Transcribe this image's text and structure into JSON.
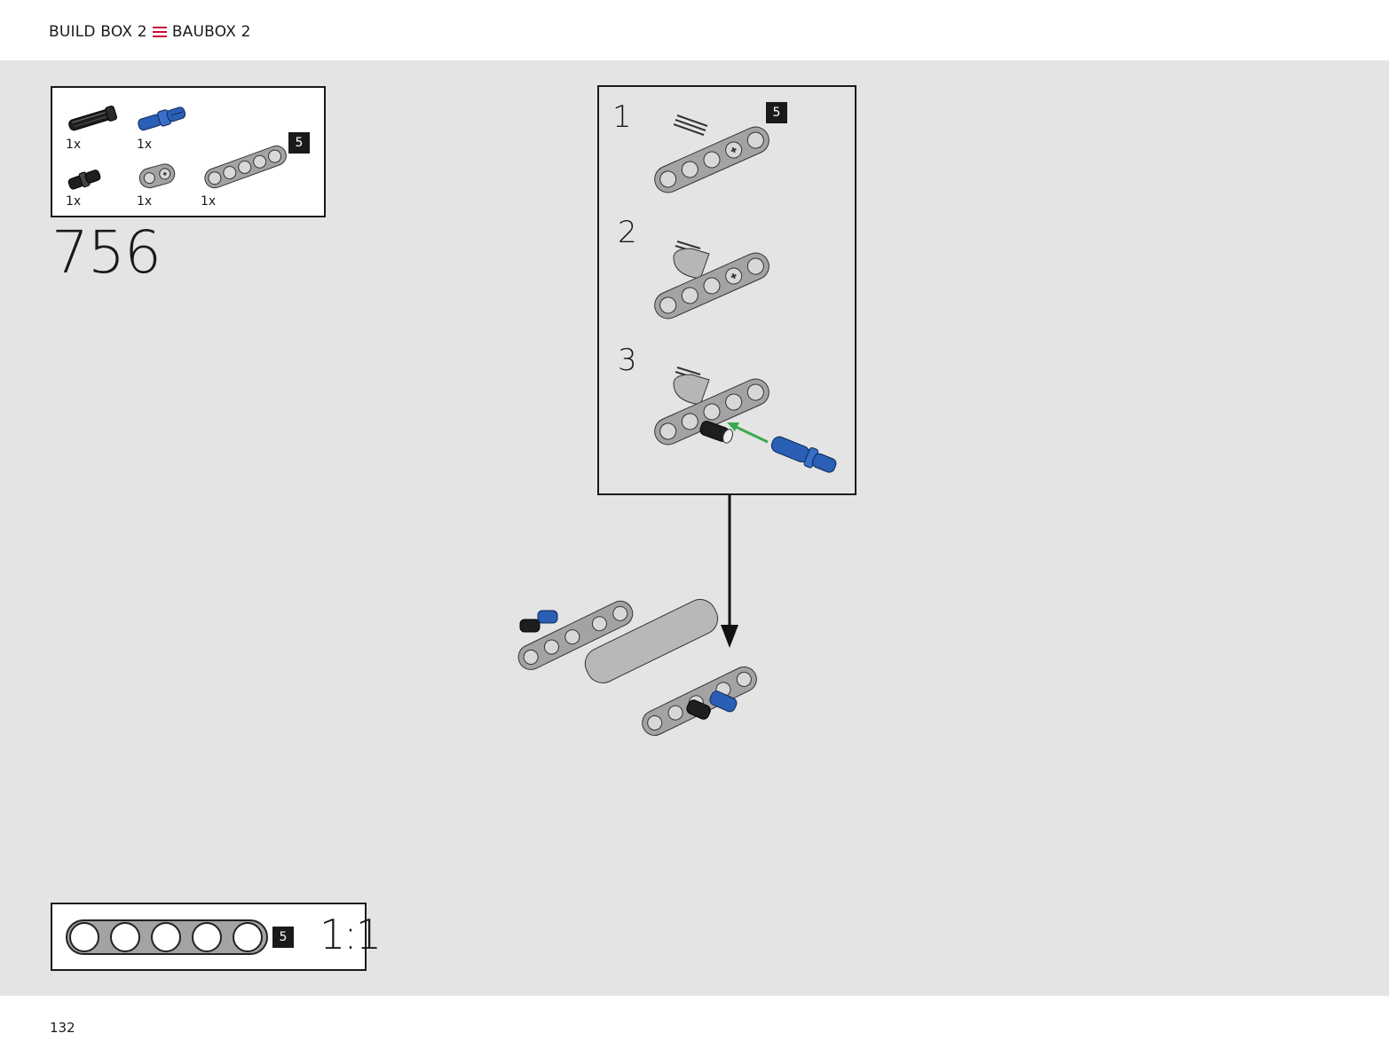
{
  "header": {
    "title_left": "BUILD BOX 2",
    "title_right": "BAUBOX 2"
  },
  "parts_list": {
    "items": [
      {
        "qty": "1x",
        "icon": "black-axle-pin"
      },
      {
        "qty": "1x",
        "icon": "blue-axle-pin"
      },
      {
        "qty": "1x",
        "icon": "black-friction-pin"
      },
      {
        "qty": "1x",
        "icon": "gray-axle-connector"
      },
      {
        "qty": "1x",
        "icon": "gray-beam-5"
      }
    ],
    "beam_length_tag": "5"
  },
  "step": {
    "number": "756"
  },
  "sub_steps": {
    "labels": [
      "1",
      "2",
      "3"
    ],
    "tag": "5"
  },
  "scale_guide": {
    "tag": "5",
    "ratio": "1:1"
  },
  "footer": {
    "page_number": "132"
  },
  "colors": {
    "accent_red": "#c8102e",
    "lego_blue": "#2a5fb5",
    "beam_gray": "#a3a3a3",
    "arrow_green": "#3aaa4f",
    "canvas_bg": "#e4e4e4"
  }
}
